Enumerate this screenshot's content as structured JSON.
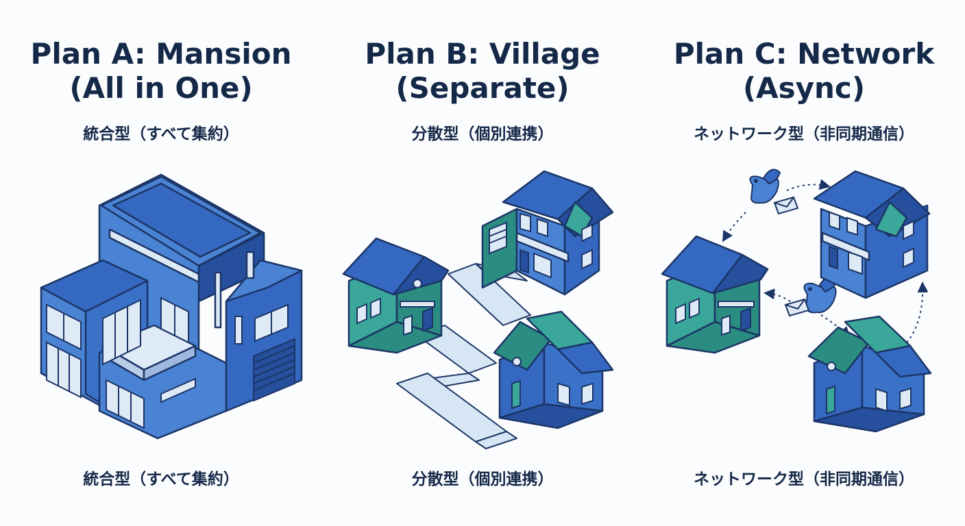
{
  "plans": [
    {
      "title_line1": "Plan A: Mansion",
      "title_line2": "(All in One)",
      "subtitle_top": "統合型（すべて集約）",
      "subtitle_bottom": "統合型（すべて集約）"
    },
    {
      "title_line1": "Plan B: Village",
      "title_line2": "(Separate)",
      "subtitle_top": "分散型（個別連携）",
      "subtitle_bottom": "分散型（個別連携）"
    },
    {
      "title_line1": "Plan C: Network",
      "title_line2": "(Async)",
      "subtitle_top": "ネットワーク型（非同期通信）",
      "subtitle_bottom": "ネットワーク型（非同期通信）"
    }
  ],
  "colors": {
    "outline": "#1b3566",
    "blue_light": "#4a82d4",
    "blue_mid": "#3568c0",
    "blue_dark": "#264f9e",
    "teal": "#3aa79a",
    "teal_dark": "#2b8c82",
    "window": "#dfeaf7",
    "path": "#d6e6f5"
  }
}
